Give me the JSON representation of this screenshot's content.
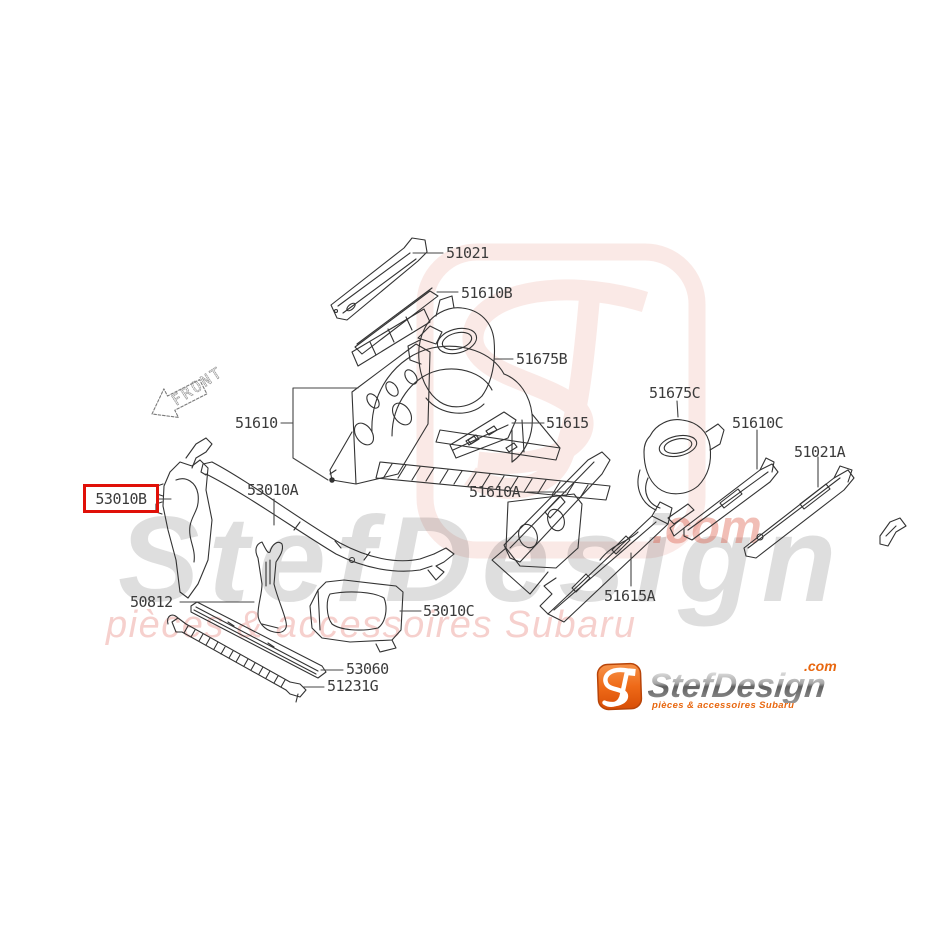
{
  "diagram": {
    "front_label": "FRONT",
    "highlighted_part": "53010B",
    "highlight_color": "#e01008",
    "part_labels": {
      "51021": "51021",
      "51610B": "51610B",
      "51675B": "51675B",
      "51610": "51610",
      "51615": "51615",
      "51675C": "51675C",
      "51610C": "51610C",
      "51021A": "51021A",
      "53010B": "53010B",
      "53010A": "53010A",
      "51610A": "51610A",
      "51615A": "51615A",
      "50812": "50812",
      "53010C": "53010C",
      "53060": "53060",
      "51231G": "51231G"
    }
  },
  "watermark": {
    "brand": "StefDesign",
    "tld": ".com",
    "tagline": "pièces & accessoires Subaru",
    "monogram": "SJ"
  },
  "logo": {
    "brand": "StefDesign",
    "tld": ".com",
    "tagline": "pièces & accessoires Subaru"
  },
  "colors": {
    "line_art": "#333333",
    "label_text": "#3b3b3b",
    "highlight_red": "#e01008",
    "logo_orange": "#e8670f",
    "watermark_red": "#d8543e"
  }
}
